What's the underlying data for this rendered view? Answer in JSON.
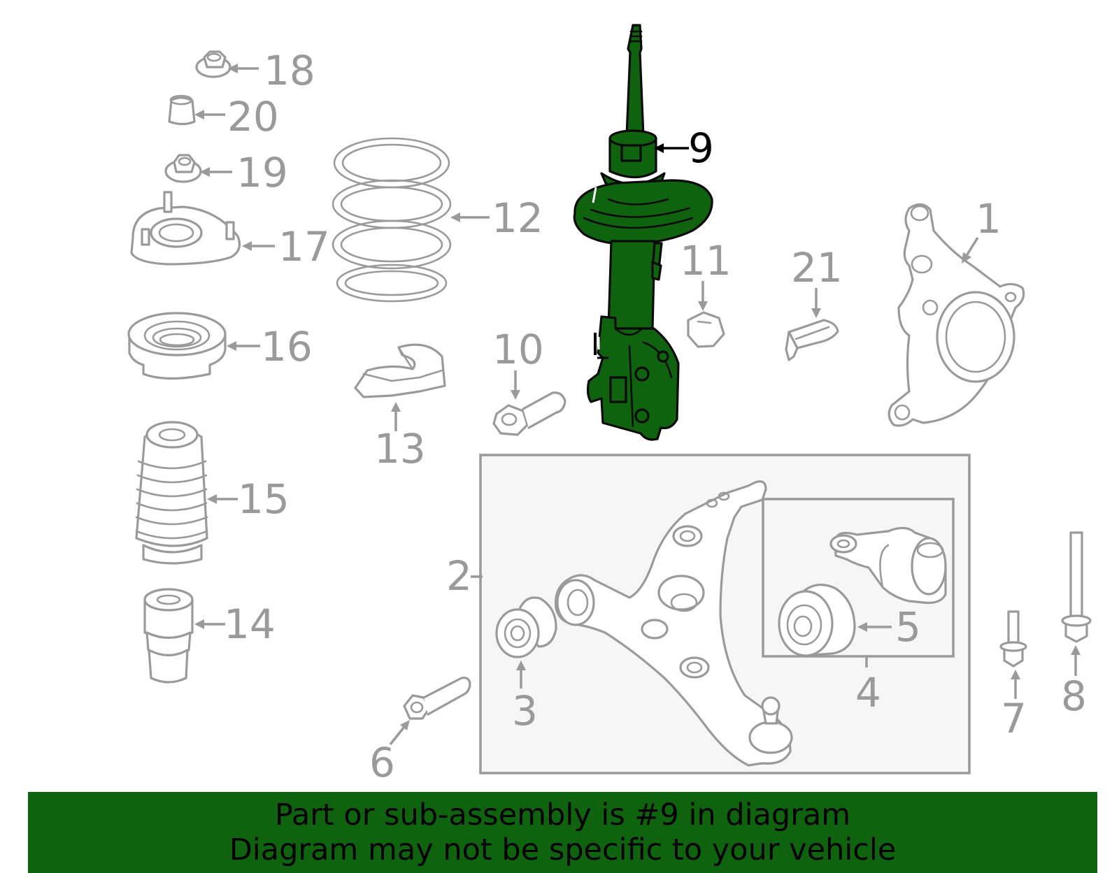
{
  "diagram": {
    "highlighted_part": "9",
    "callouts": [
      {
        "id": "1",
        "label": "1",
        "part": "steering-knuckle"
      },
      {
        "id": "2",
        "label": "2",
        "part": "lower-control-arm-assembly"
      },
      {
        "id": "3",
        "label": "3",
        "part": "front-bushing"
      },
      {
        "id": "4",
        "label": "4",
        "part": "rear-bushing-assembly"
      },
      {
        "id": "5",
        "label": "5",
        "part": "rear-bushing"
      },
      {
        "id": "6",
        "label": "6",
        "part": "arm-bolt"
      },
      {
        "id": "7",
        "label": "7",
        "part": "bolt"
      },
      {
        "id": "8",
        "label": "8",
        "part": "long-bolt"
      },
      {
        "id": "9",
        "label": "9",
        "part": "strut"
      },
      {
        "id": "10",
        "label": "10",
        "part": "strut-bolt"
      },
      {
        "id": "11",
        "label": "11",
        "part": "nut"
      },
      {
        "id": "12",
        "label": "12",
        "part": "coil-spring"
      },
      {
        "id": "13",
        "label": "13",
        "part": "spring-insulator"
      },
      {
        "id": "14",
        "label": "14",
        "part": "bump-stop"
      },
      {
        "id": "15",
        "label": "15",
        "part": "dust-boot"
      },
      {
        "id": "16",
        "label": "16",
        "part": "spring-seat"
      },
      {
        "id": "17",
        "label": "17",
        "part": "strut-mount"
      },
      {
        "id": "18",
        "label": "18",
        "part": "flange-nut"
      },
      {
        "id": "19",
        "label": "19",
        "part": "mount-nut"
      },
      {
        "id": "20",
        "label": "20",
        "part": "cap"
      },
      {
        "id": "21",
        "label": "21",
        "part": "bracket"
      }
    ]
  },
  "footer": {
    "line1": "Part or sub-assembly is #9 in diagram",
    "line2": "Diagram may not be specific to your vehicle"
  },
  "colors": {
    "highlight": "#0f630f",
    "part_outline": "#9a9a9a",
    "banner": "#0f630f"
  }
}
